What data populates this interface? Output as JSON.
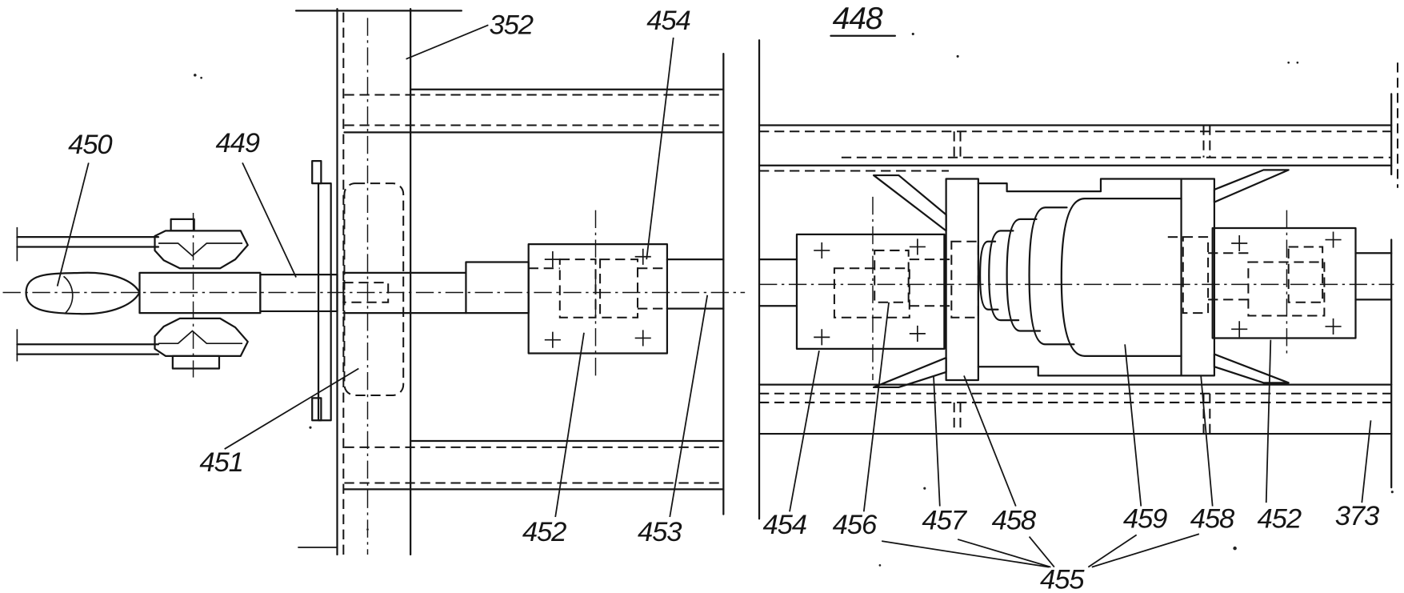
{
  "figure_number": "448",
  "left_view": {
    "callouts": [
      "352",
      "454",
      "450",
      "449",
      "451",
      "452",
      "453"
    ]
  },
  "right_view": {
    "callouts": [
      "454",
      "456",
      "457",
      "458",
      "459",
      "458",
      "452",
      "373",
      "455"
    ]
  }
}
